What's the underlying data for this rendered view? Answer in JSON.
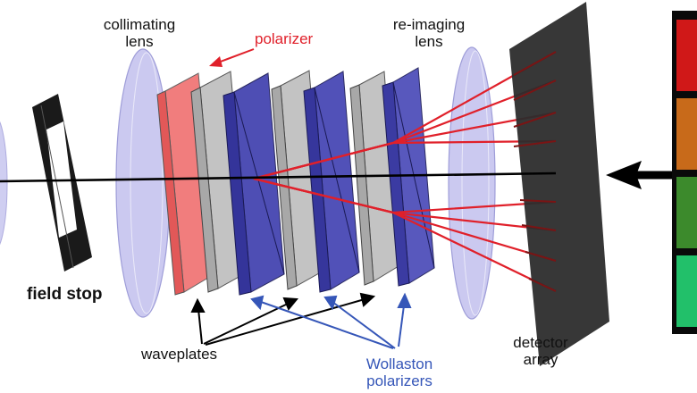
{
  "labels": {
    "collimating_lens": [
      "collimating",
      "lens"
    ],
    "polarizer": "polarizer",
    "reimaging_lens": [
      "re-imaging",
      "lens"
    ],
    "field_stop": "field stop",
    "waveplates": "waveplates",
    "wollaston": [
      "Wollaston",
      "polarizers"
    ],
    "detector": [
      "detector",
      "array"
    ]
  },
  "colors": {
    "polarizer": "#f07070",
    "waveplate": "#b9b9b9",
    "wollaston": "#3a3aa8",
    "lens": "#b8b6e8",
    "beam_red": "#e0202a",
    "annotation_blue": "#3556b8",
    "detector": "#2a2a2a"
  },
  "thumbnails": [
    {
      "color": "#d01818",
      "name": "red-thumbnail"
    },
    {
      "color": "#c86a1a",
      "name": "orange-thumbnail"
    },
    {
      "color": "#3c8a2c",
      "name": "green-thumbnail"
    },
    {
      "color": "#22c06a",
      "name": "teal-thumbnail"
    }
  ]
}
